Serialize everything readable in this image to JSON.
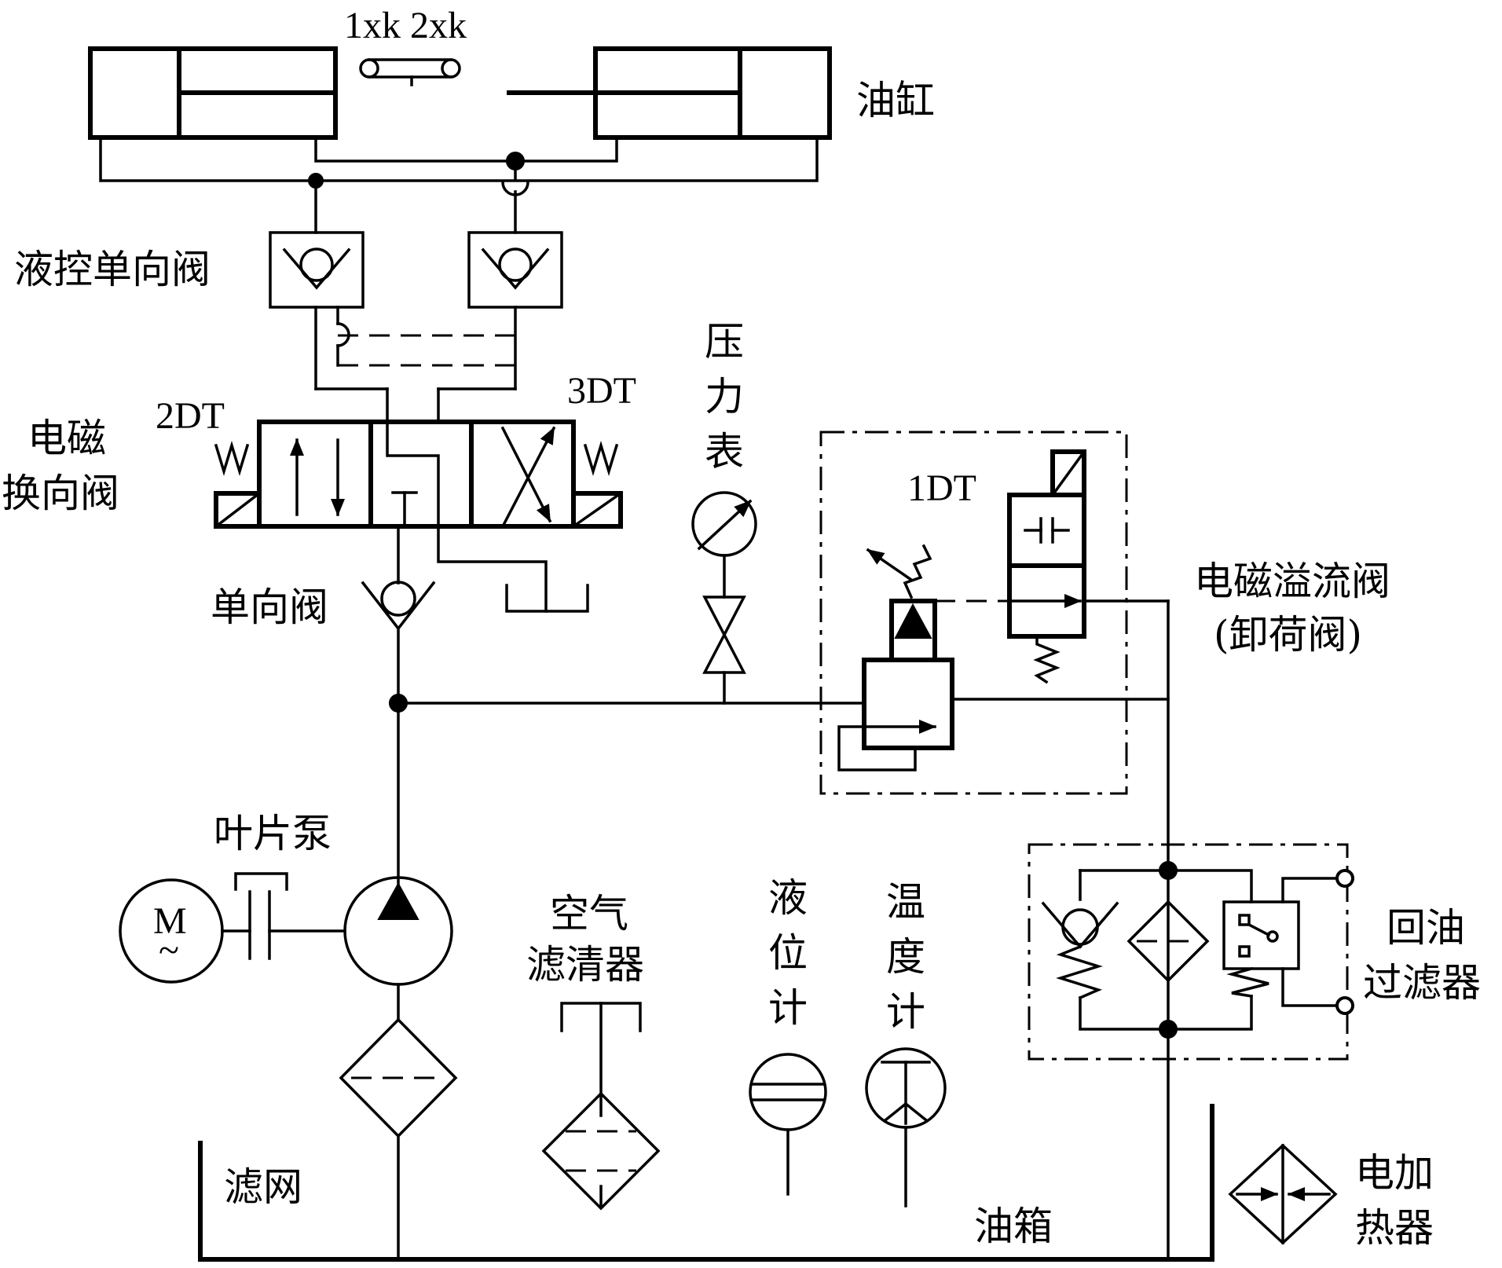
{
  "labels": {
    "limit_switches": "1xk 2xk",
    "cylinder": "油缸",
    "pilot_check_valve": "液控单向阀",
    "solenoid_2dt": "2DT",
    "solenoid_3dt": "3DT",
    "directional_valve_line1": "电磁",
    "directional_valve_line2": "换向阀",
    "pressure_gauge_line1": "压",
    "pressure_gauge_line2": "力",
    "pressure_gauge_line3": "表",
    "solenoid_1dt": "1DT",
    "relief_valve_line1": "电磁溢流阀",
    "relief_valve_line2": "(卸荷阀)",
    "check_valve": "单向阀",
    "vane_pump": "叶片泵",
    "motor": "M",
    "motor_ac": "~",
    "air_filter_line1": "空气",
    "air_filter_line2": "滤清器",
    "level_gauge_line1": "液",
    "level_gauge_line2": "位",
    "level_gauge_line3": "计",
    "thermometer_line1": "温",
    "thermometer_line2": "度",
    "thermometer_line3": "计",
    "return_filter_line1": "回油",
    "return_filter_line2": "过滤器",
    "strainer": "滤网",
    "tank": "油箱",
    "heater_line1": "电加",
    "heater_line2": "热器"
  }
}
